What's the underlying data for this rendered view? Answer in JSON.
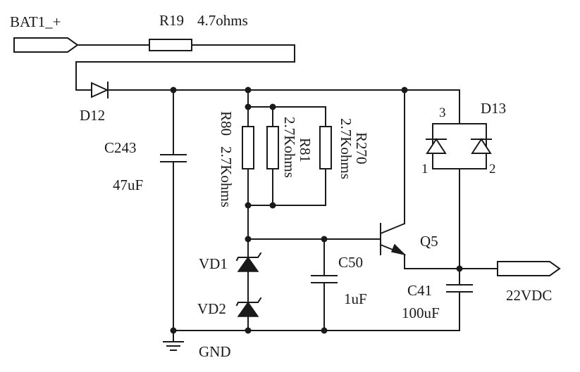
{
  "nets": {
    "input": "BAT1_+",
    "output": "22VDC",
    "ground": "GND"
  },
  "components": {
    "r19": {
      "ref": "R19",
      "value": "4.7ohms"
    },
    "d12": {
      "ref": "D12"
    },
    "c243": {
      "ref": "C243",
      "value": "47uF"
    },
    "r80": {
      "ref": "R80",
      "value": "2.7Kohms"
    },
    "r81": {
      "ref": "R81",
      "value": "2.7Kohms"
    },
    "r270": {
      "ref": "R270",
      "value": "2.7Kohms"
    },
    "d13": {
      "ref": "D13",
      "pin1": "1",
      "pin2": "2",
      "pin3": "3"
    },
    "q5": {
      "ref": "Q5"
    },
    "vd1": {
      "ref": "VD1"
    },
    "vd2": {
      "ref": "VD2"
    },
    "c50": {
      "ref": "C50",
      "value": "1uF"
    },
    "c41": {
      "ref": "C41",
      "value": "100uF"
    }
  }
}
